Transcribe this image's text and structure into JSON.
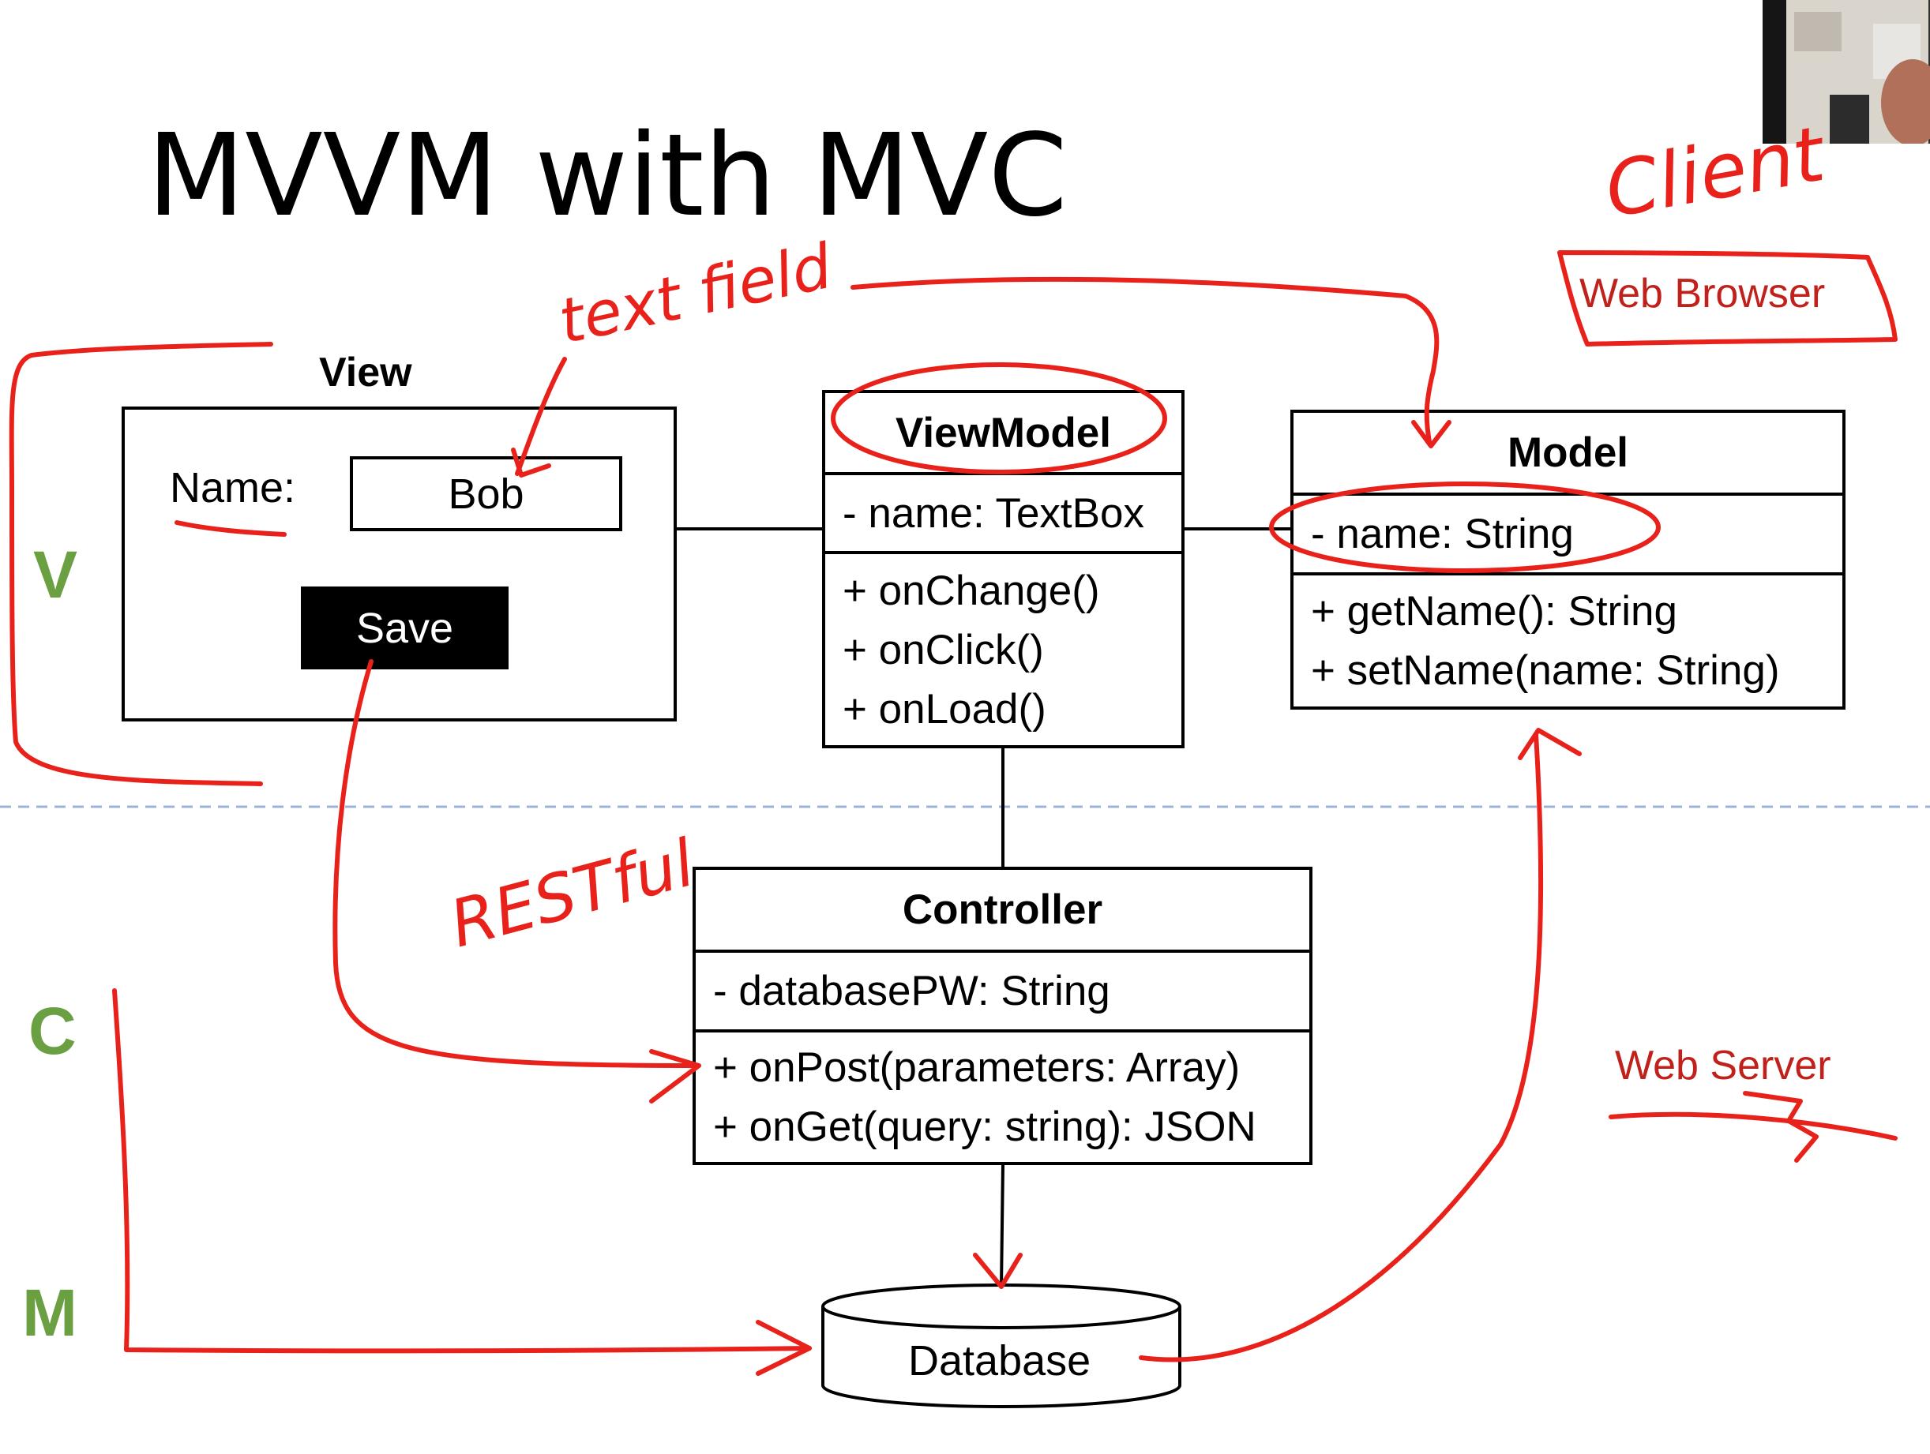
{
  "title": "MVVM with MVC",
  "view": {
    "label": "View",
    "name_label": "Name:",
    "name_value": "Bob",
    "save_button": "Save"
  },
  "viewmodel": {
    "name": "ViewModel",
    "attributes": [
      "- name: TextBox"
    ],
    "methods": [
      "+ onChange()",
      "+ onClick()",
      "+ onLoad()"
    ]
  },
  "model": {
    "name": "Model",
    "attributes": [
      "- name: String"
    ],
    "methods": [
      "+ getName(): String",
      "+ setName(name: String)"
    ]
  },
  "controller": {
    "name": "Controller",
    "attributes": [
      "- databasePW: String"
    ],
    "methods": [
      "+ onPost(parameters: Array)",
      "+ onGet(query: string): JSON"
    ]
  },
  "database": "Database",
  "side_letters": {
    "v": "V",
    "c": "C",
    "m": "M"
  },
  "annotations": {
    "text_field": "text field",
    "client": "Client",
    "web_browser": "Web Browser",
    "restful": "RESTful",
    "web_server": "Web Server"
  },
  "colors": {
    "annotation_red": "#e8221b",
    "letter_green": "#6aa042",
    "label_dark_red": "#c0211b"
  }
}
